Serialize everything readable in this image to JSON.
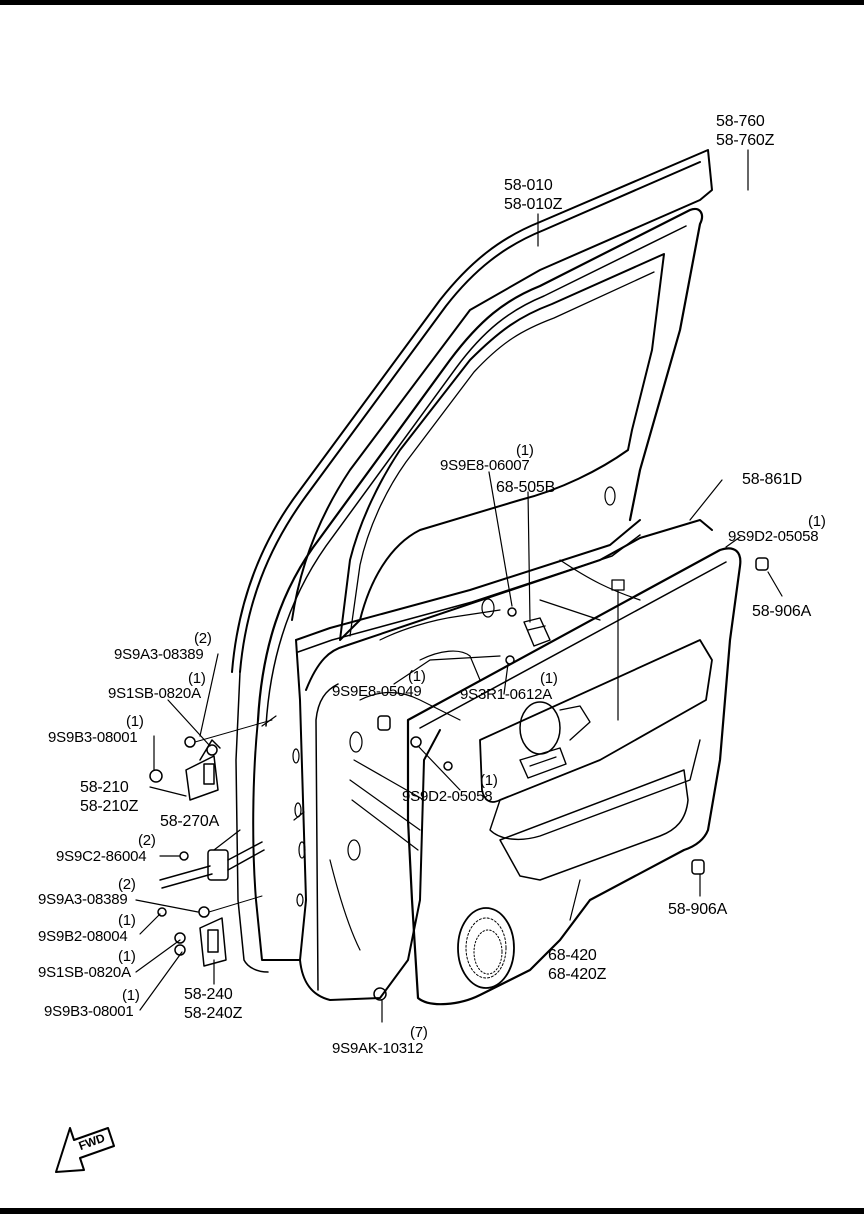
{
  "colors": {
    "ink": "#000000",
    "paper": "#ffffff"
  },
  "direction_badge": {
    "text": "FWD",
    "icon": "forward-arrow-icon"
  },
  "parts": {
    "p58760": [
      "58-760",
      "58-760Z"
    ],
    "p58010": [
      "58-010",
      "58-010Z"
    ],
    "p9s9e806007": {
      "qty": "(1)",
      "code": "9S9E8-06007"
    },
    "p68505b": "68-505B",
    "p58861d": "58-861D",
    "p9s9d205058_a": {
      "qty": "(1)",
      "code": "9S9D2-05058"
    },
    "p58906a_a": "58-906A",
    "p9s9a308389_a": {
      "qty": "(2)",
      "code": "9S9A3-08389"
    },
    "p9s1sb0820a_a": {
      "qty": "(1)",
      "code": "9S1SB-0820A"
    },
    "p9s9b308001_a": {
      "qty": "(1)",
      "code": "9S9B3-08001"
    },
    "p9s9e805049": {
      "qty": "(1)",
      "code": "9S9E8-05049"
    },
    "p9s3r10612a": {
      "qty": "(1)",
      "code": "9S3R1-0612A"
    },
    "p58210": [
      "58-210",
      "58-210Z"
    ],
    "p9s9d205058_b": {
      "qty": "(1)",
      "code": "9S9D2-05058"
    },
    "p58270a": "58-270A",
    "p9s9c286004": {
      "qty": "(2)",
      "code": "9S9C2-86004"
    },
    "p9s9a308389_b": {
      "qty": "(2)",
      "code": "9S9A3-08389"
    },
    "p9s9b208004": {
      "qty": "(1)",
      "code": "9S9B2-08004"
    },
    "p9s1sb0820a_b": {
      "qty": "(1)",
      "code": "9S1SB-0820A"
    },
    "p9s9b308001_b": {
      "qty": "(1)",
      "code": "9S9B3-08001"
    },
    "p58240": [
      "58-240",
      "58-240Z"
    ],
    "p58906a_b": "58-906A",
    "p68420": [
      "68-420",
      "68-420Z"
    ],
    "p9s9ak10312": {
      "qty": "(7)",
      "code": "9S9AK-10312"
    }
  }
}
